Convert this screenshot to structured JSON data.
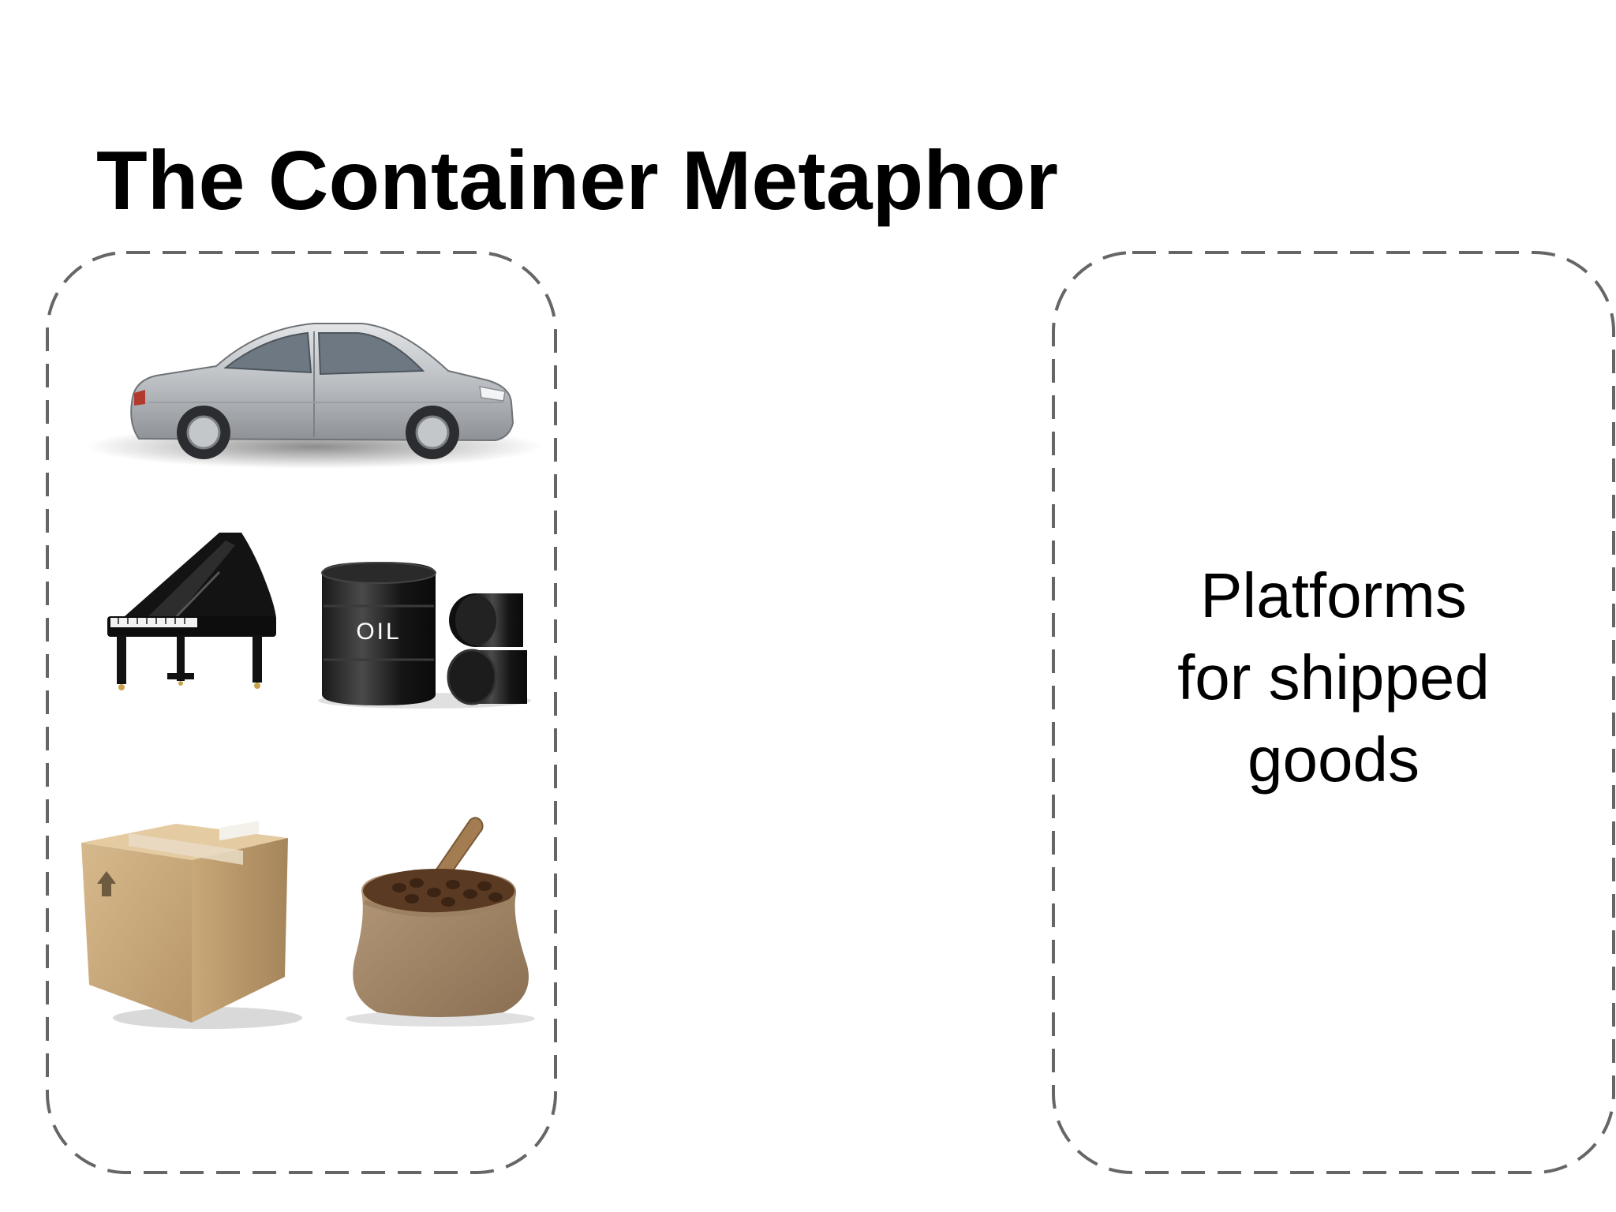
{
  "slide": {
    "title": "The Container Metaphor"
  },
  "goods_panel": {
    "items": [
      {
        "icon": "car-icon"
      },
      {
        "icon": "grand-piano-icon"
      },
      {
        "icon": "oil-barrels-icon",
        "label": "OIL"
      },
      {
        "icon": "cardboard-box-icon"
      },
      {
        "icon": "coffee-bean-sack-icon"
      }
    ],
    "border_color": "#666666"
  },
  "platform_panel": {
    "lines": [
      "Platforms",
      "for shipped",
      "goods"
    ],
    "border_color": "#666666"
  }
}
